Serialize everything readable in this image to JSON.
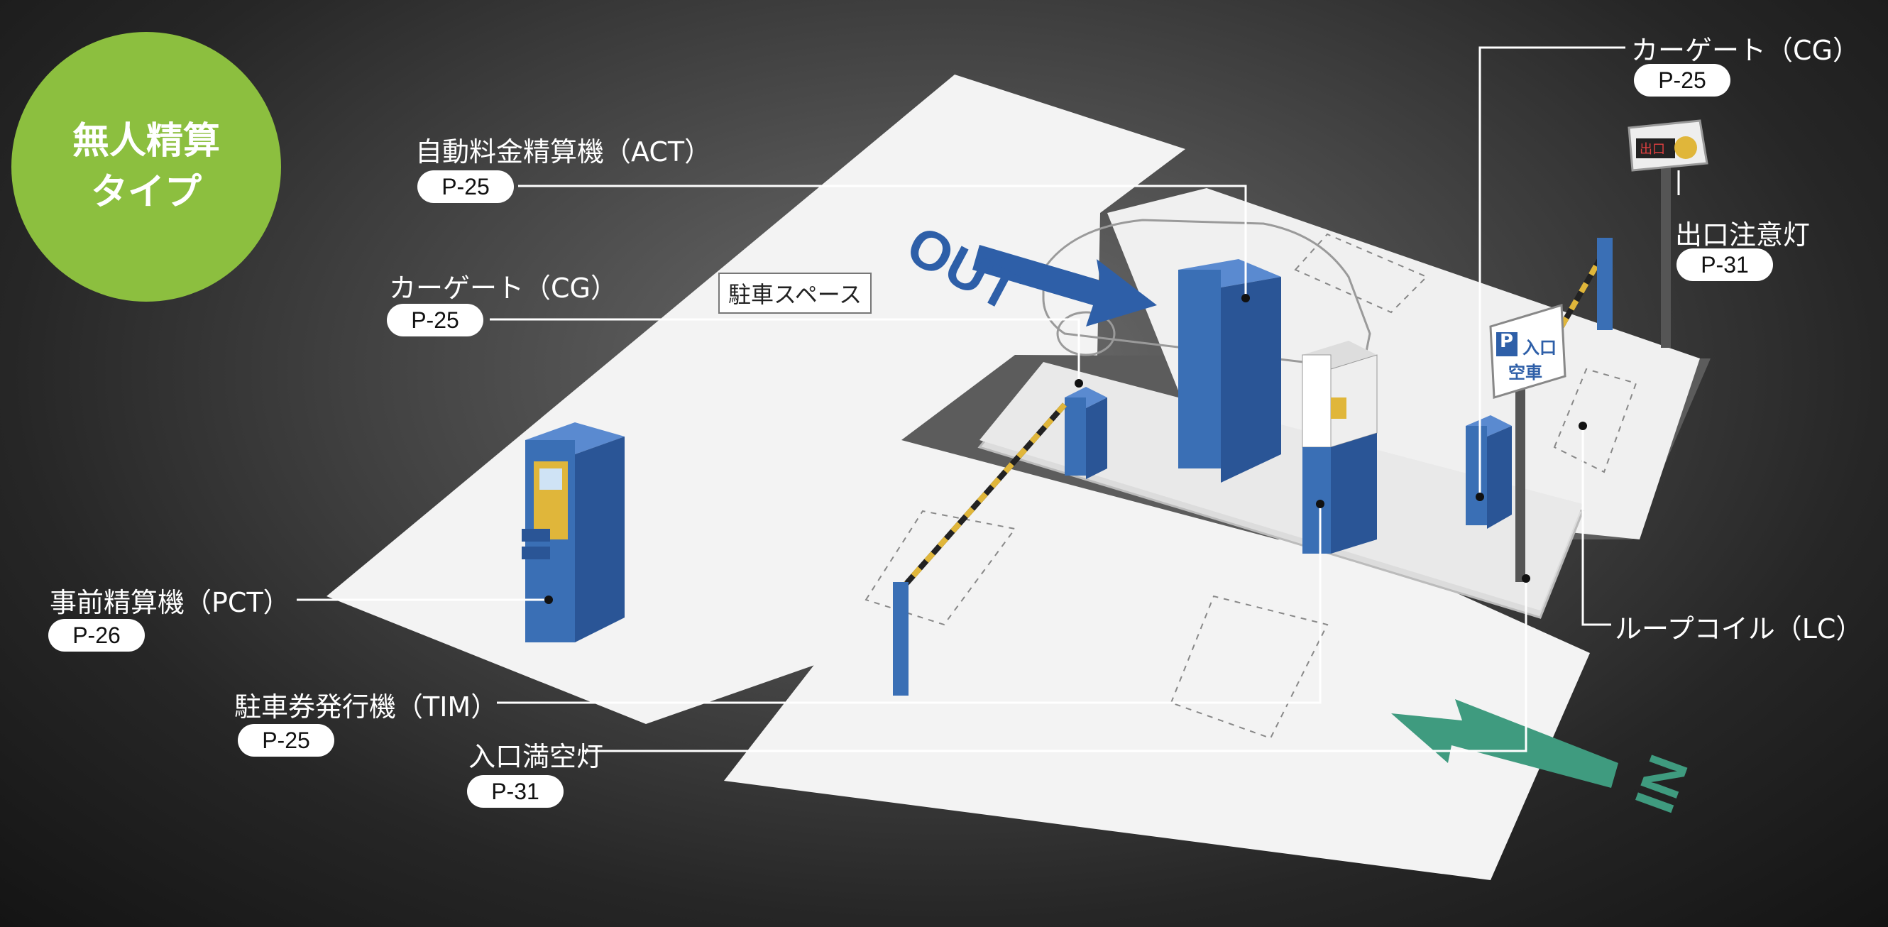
{
  "badge": {
    "line1": "無人精算",
    "line2": "タイプ"
  },
  "area_label": "駐車スペース",
  "floor_arrows": {
    "out": "OUT",
    "in": "IN"
  },
  "sign_entrance": {
    "p": "P",
    "title": "入口",
    "status": "空車"
  },
  "exit_lamp_text": "出口",
  "callouts": [
    {
      "id": "act",
      "name": "自動料金精算機（ACT）",
      "page": "P-25"
    },
    {
      "id": "cg_left",
      "name": "カーゲート（CG）",
      "page": "P-25"
    },
    {
      "id": "pct",
      "name": "事前精算機（PCT）",
      "page": "P-26"
    },
    {
      "id": "tim",
      "name": "駐車券発行機（TIM）",
      "page": "P-25"
    },
    {
      "id": "entrance_lamp",
      "name": "入口満空灯",
      "page": "P-31"
    },
    {
      "id": "cg_right",
      "name": "カーゲート（CG）",
      "page": "P-25"
    },
    {
      "id": "exit_lamp",
      "name": "出口注意灯",
      "page": "P-31"
    },
    {
      "id": "lc",
      "name": "ループコイル（LC）",
      "page": ""
    }
  ],
  "colors": {
    "badge": "#8cbf3f",
    "machine_blue": "#3a6fb5",
    "arrow_out": "#2e5fa8",
    "arrow_in": "#3f9b7f",
    "ground": "#f2f2f2"
  }
}
